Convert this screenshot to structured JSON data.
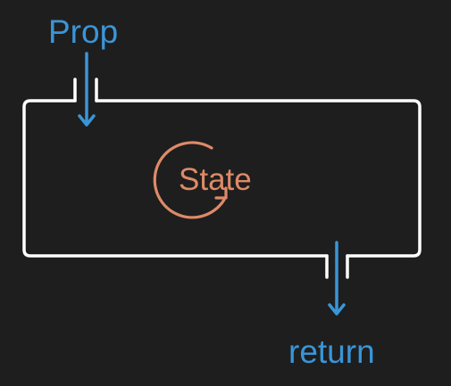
{
  "labels": {
    "input": "Prop",
    "state": "State",
    "output": "return"
  },
  "colors": {
    "background": "#1e1e1e",
    "box": "#ffffff",
    "prop_arrow": "#3a95d8",
    "state": "#df8a68"
  },
  "icons": {
    "state_cycle": "circular-arrow-icon",
    "input": "arrow-down-icon",
    "output": "arrow-down-icon"
  }
}
